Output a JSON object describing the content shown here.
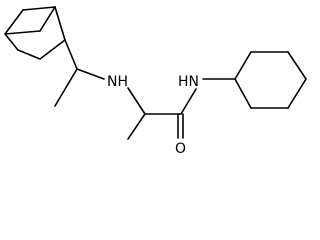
{
  "molecule": {
    "atoms": {
      "nh_left": "NH",
      "nh_right": "HN",
      "oxygen": "O"
    }
  }
}
